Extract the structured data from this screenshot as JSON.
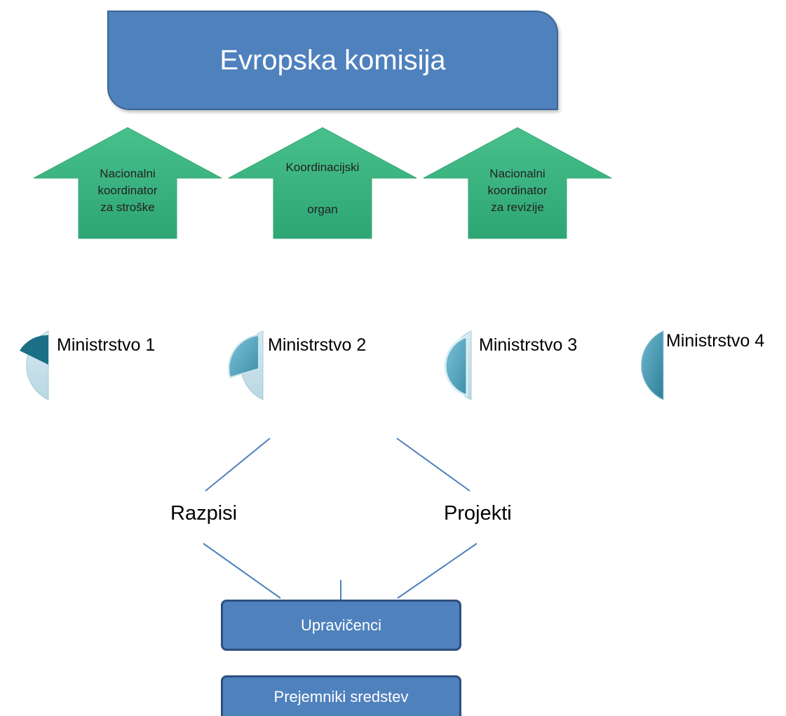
{
  "top": {
    "title": "Evropska komisija"
  },
  "arrows": [
    {
      "lines": [
        "Nacionalni",
        "koordinator",
        "za stroške"
      ]
    },
    {
      "lines": [
        "Koordinacijski",
        "",
        "organ"
      ]
    },
    {
      "lines": [
        "Nacionalni",
        "koordinator",
        "za revizije"
      ]
    }
  ],
  "ministries": [
    {
      "label": "Ministrstvo 1"
    },
    {
      "label": "Ministrstvo 2"
    },
    {
      "label": "Ministrstvo 3"
    },
    {
      "label": "Ministrstvo 4"
    }
  ],
  "branches": {
    "left": "Razpisi",
    "right": "Projekti"
  },
  "bottom": {
    "beneficiaries": "Upravičenci",
    "recipients": "Prejemniki sredstev"
  },
  "colors": {
    "box_blue": "#4f81bd",
    "arrow_green": "#3bb07f",
    "pie_light": "#c5dfe8",
    "pie_dark": "#1b6f86"
  }
}
